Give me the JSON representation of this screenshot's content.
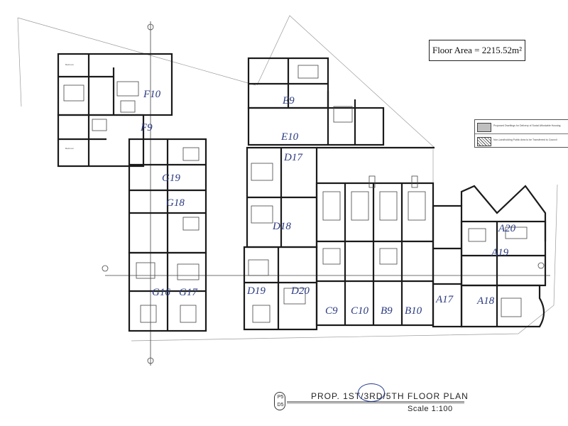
{
  "header": {
    "floor_area": "Floor Area = 2215.52m²"
  },
  "legend": {
    "items": [
      {
        "label": "Proposed Dwellings for Delivery of Social Affordable Housing",
        "swatch": "grey"
      },
      {
        "label": "Non-Landholding Public Area to be Transferred to Council",
        "swatch": "hatch"
      }
    ]
  },
  "title_block": {
    "sheet_top": "P5",
    "sheet_bottom": "D5",
    "title": "PROP. 1ST/3RD/5TH FLOOR PLAN",
    "scale": "Scale 1:100"
  },
  "units": [
    {
      "label": "F10"
    },
    {
      "label": "F9"
    },
    {
      "label": "E9"
    },
    {
      "label": "E10"
    },
    {
      "label": "D17"
    },
    {
      "label": "D18"
    },
    {
      "label": "D19"
    },
    {
      "label": "D20"
    },
    {
      "label": "G19"
    },
    {
      "label": "G18"
    },
    {
      "label": "G16"
    },
    {
      "label": "G17"
    },
    {
      "label": "C9"
    },
    {
      "label": "C10"
    },
    {
      "label": "B9"
    },
    {
      "label": "B10"
    },
    {
      "label": "A17"
    },
    {
      "label": "A18"
    },
    {
      "label": "A19"
    },
    {
      "label": "A20"
    }
  ],
  "colors": {
    "walls": "#1a1a1a",
    "handwriting": "#2a3a80"
  }
}
